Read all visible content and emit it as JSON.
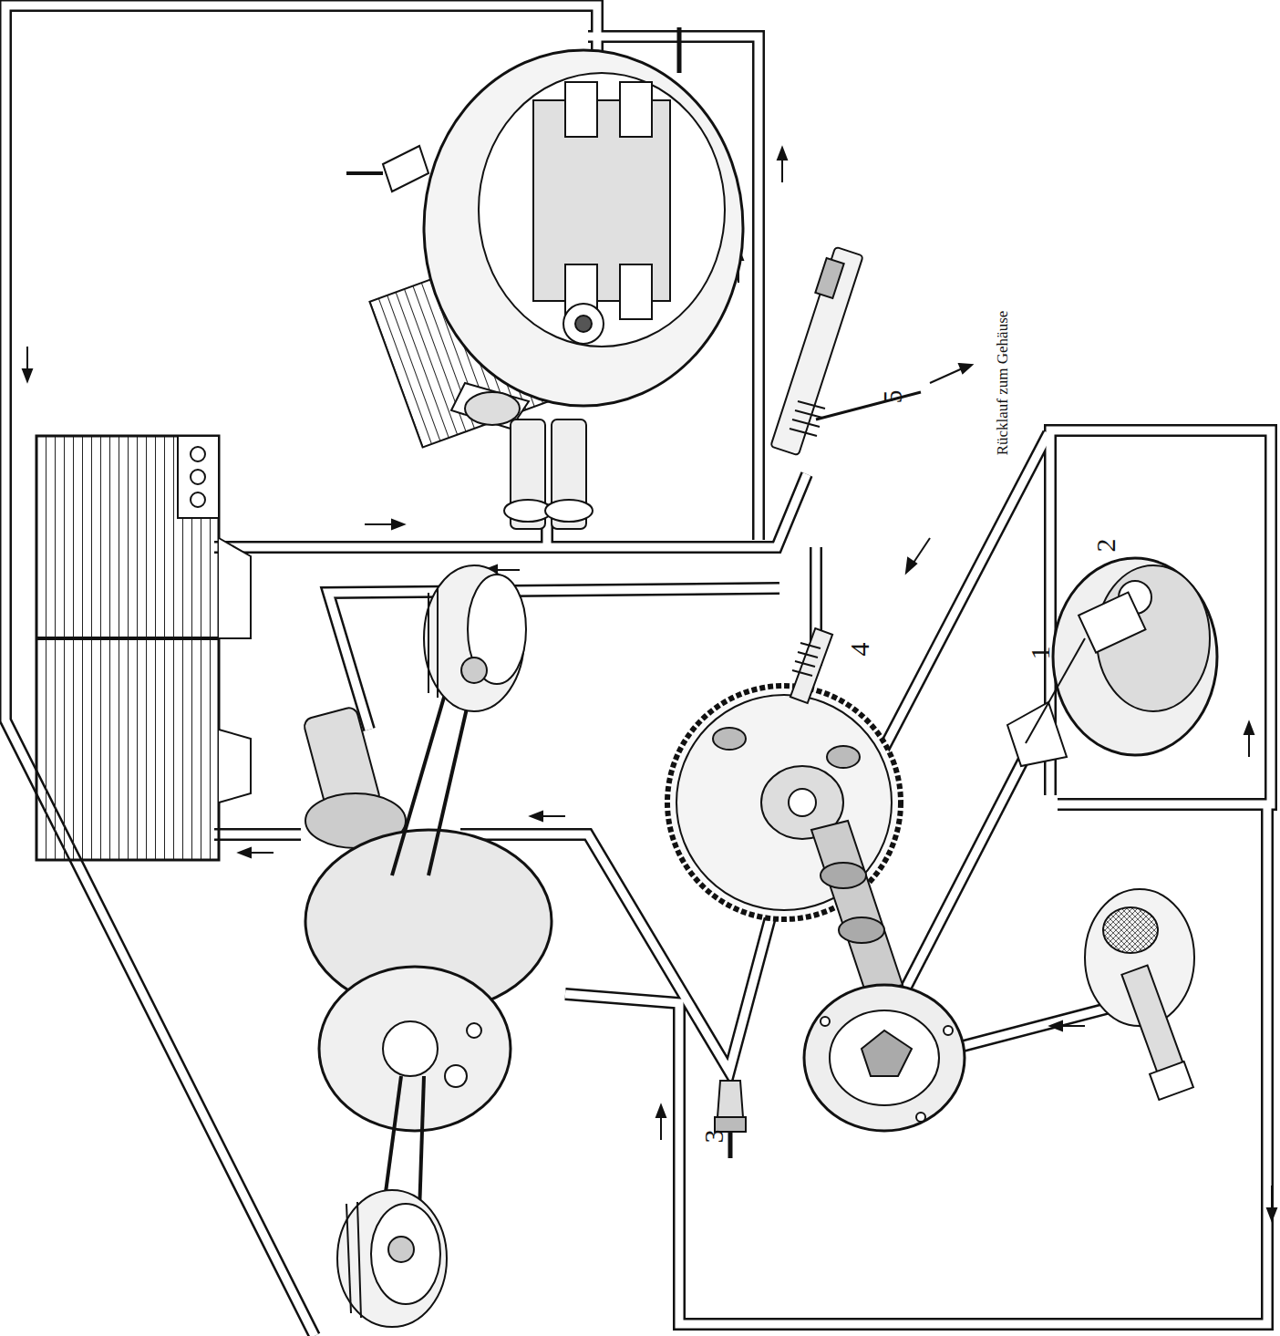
{
  "diagram": {
    "labels": [
      "Rücklauf zum Gehäuse",
      "5",
      "2",
      "4",
      "1",
      "3"
    ]
  }
}
